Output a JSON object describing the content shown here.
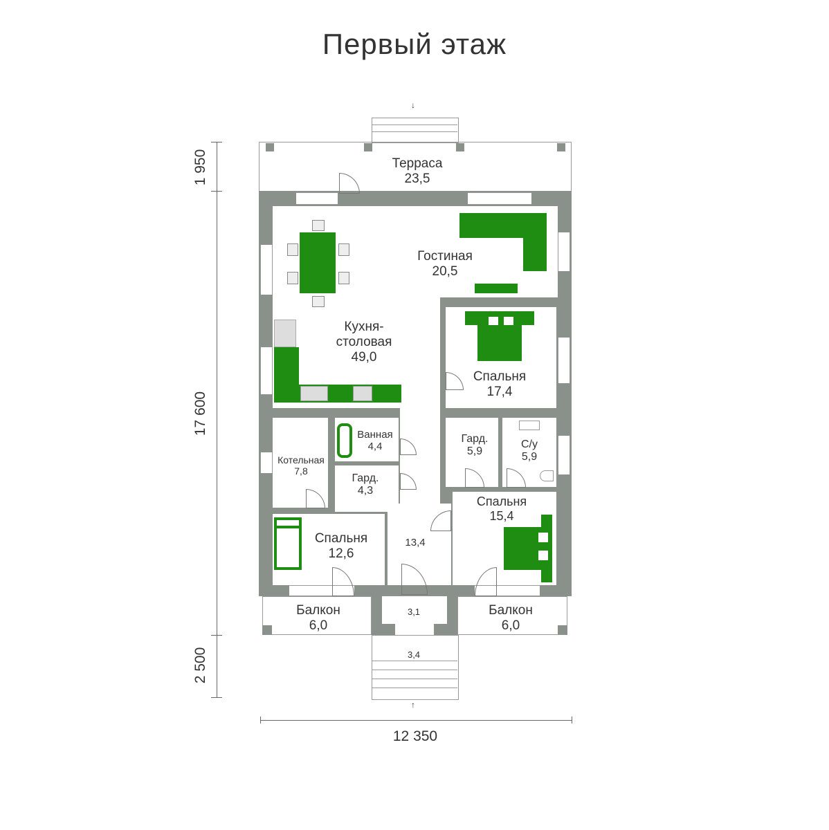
{
  "title": "Первый этаж",
  "dimensions": {
    "width": "12 350",
    "height_total": "17 600",
    "terrace_depth": "1 950",
    "porch_depth": "2 500"
  },
  "rooms": {
    "terrace": {
      "name": "Терраса",
      "area": "23,5"
    },
    "living": {
      "name": "Гостиная",
      "area": "20,5"
    },
    "kitchen": {
      "name": "Кухня-\nстоловая",
      "name1": "Кухня-",
      "name2": "столовая",
      "area": "49,0"
    },
    "bedroom1": {
      "name": "Спальня",
      "area": "17,4"
    },
    "bath": {
      "name": "Ванная",
      "area": "4,4"
    },
    "boiler": {
      "name": "Котельная",
      "area": "7,8"
    },
    "wardrobe1": {
      "name": "Гард.",
      "area": "4,3"
    },
    "wardrobe2": {
      "name": "Гард.",
      "area": "5,9"
    },
    "wc": {
      "name": "С/у",
      "area": "5,9"
    },
    "bedroom2": {
      "name": "Спальня",
      "area": "15,4"
    },
    "bedroom3": {
      "name": "Спальня",
      "area": "12,6"
    },
    "hall": {
      "area": "13,4"
    },
    "vestibule": {
      "area": "3,1"
    },
    "porch": {
      "area": "3,4"
    },
    "balcony_left": {
      "name": "Балкон",
      "area": "6,0"
    },
    "balcony_right": {
      "name": "Балкон",
      "area": "6,0"
    }
  },
  "colors": {
    "wall": "#8a918a",
    "furniture": "#1f8c12"
  }
}
